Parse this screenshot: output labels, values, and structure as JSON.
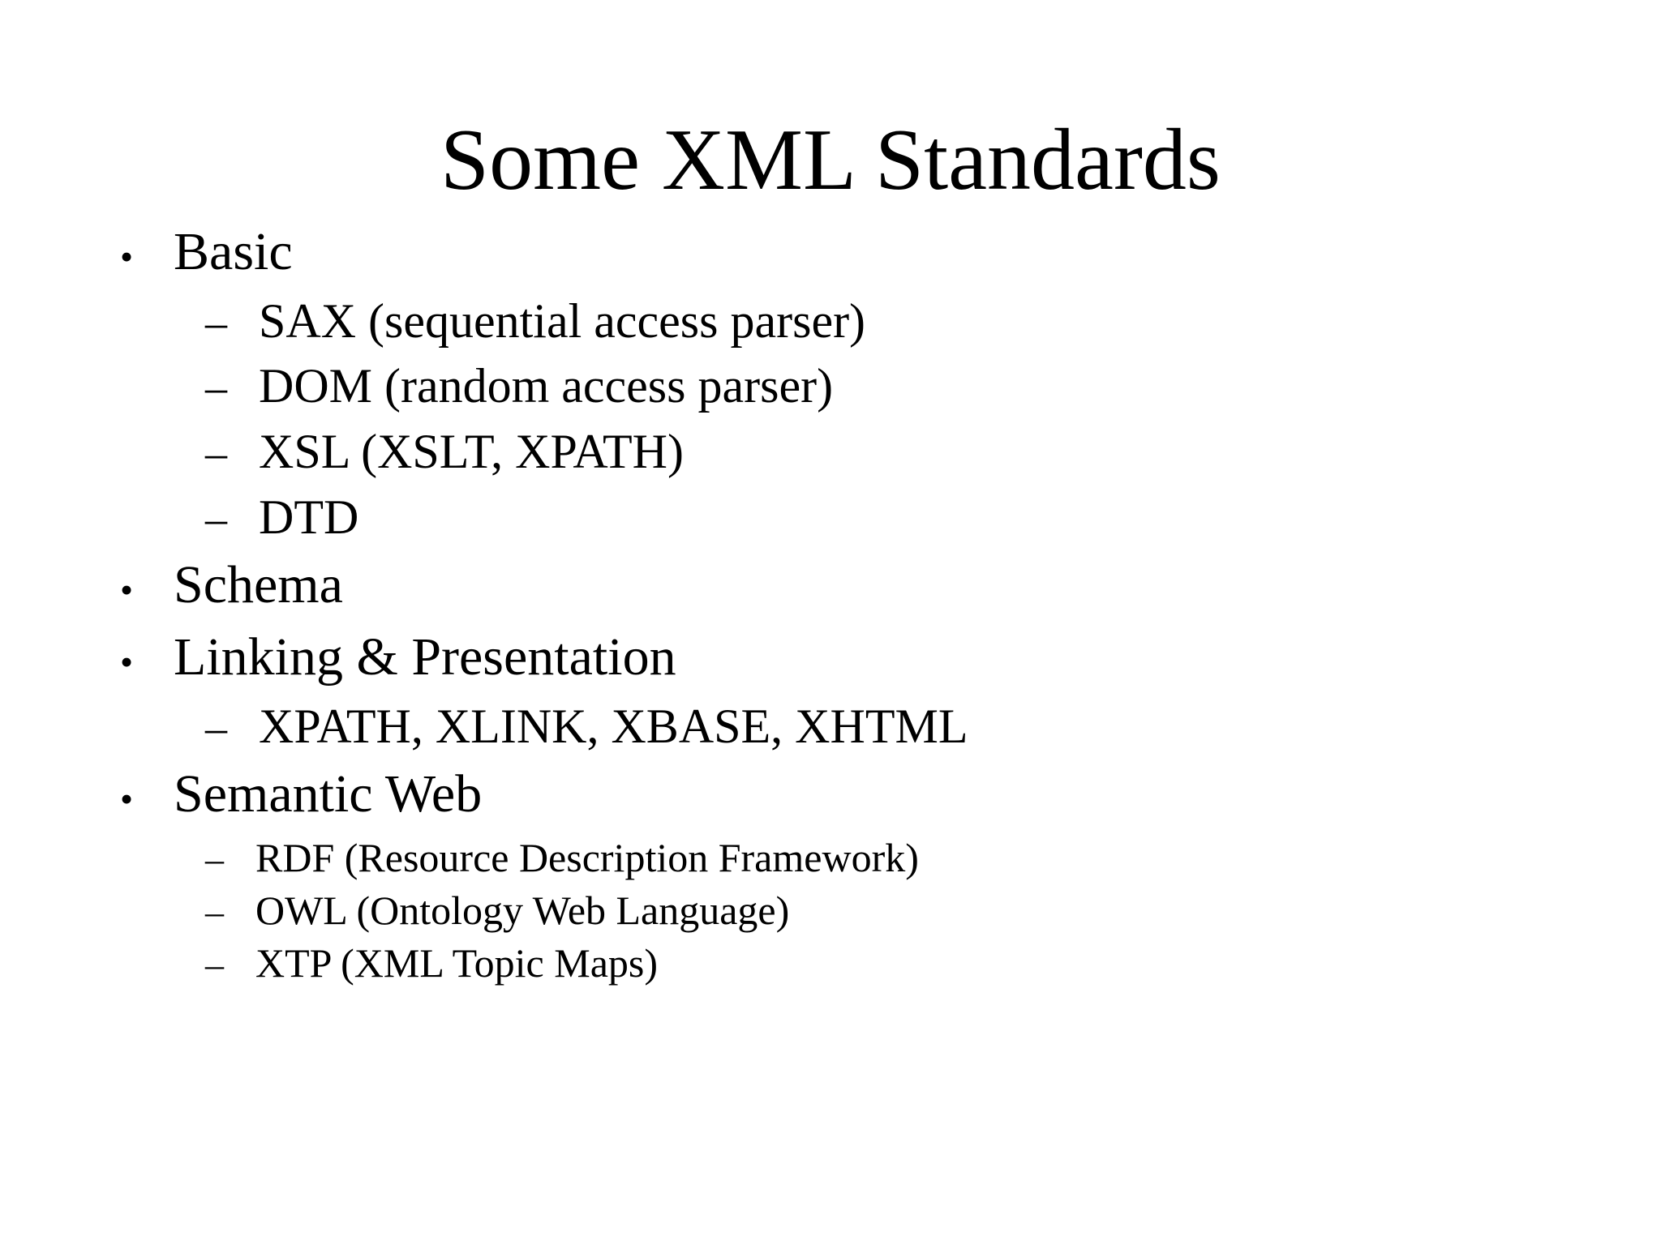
{
  "slide": {
    "title": "Some XML Standards",
    "background_color": "#ffffff",
    "text_color": "#000000",
    "bullet_marker_level1": "•",
    "bullet_marker_level2": "–",
    "items": [
      {
        "level": 1,
        "text": "Basic",
        "marker": "•"
      },
      {
        "level": 2,
        "text": "SAX (sequential access parser)",
        "marker": "–"
      },
      {
        "level": 2,
        "text": "DOM (random access parser)",
        "marker": "–"
      },
      {
        "level": 2,
        "text": "XSL (XSLT, XPATH)",
        "marker": "–"
      },
      {
        "level": 2,
        "text": "DTD",
        "marker": "–"
      },
      {
        "level": 1,
        "text": "Schema",
        "marker": "•"
      },
      {
        "level": 1,
        "text": "Linking & Presentation",
        "marker": "•"
      },
      {
        "level": 2,
        "text": "XPATH, XLINK, XBASE, XHTML",
        "marker": "–"
      },
      {
        "level": 1,
        "text": "Semantic Web",
        "marker": "•"
      },
      {
        "level": 2,
        "text": "RDF (Resource Description Framework)",
        "marker": "–",
        "small": true
      },
      {
        "level": 2,
        "text": "OWL (Ontology Web Language)",
        "marker": "–",
        "small": true
      },
      {
        "level": 2,
        "text": "XTP (XML Topic Maps)",
        "marker": "–",
        "small": true
      }
    ]
  }
}
